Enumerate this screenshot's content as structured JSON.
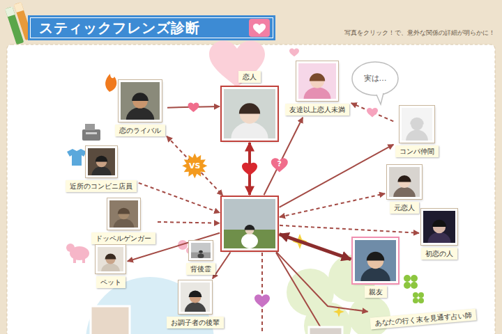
{
  "diagram": {
    "title": "スティックフレンズ診断",
    "nodes": [
      {
        "text": [
          "恋人"
        ]
      },
      {
        "text": [
          "恋のライバル"
        ]
      },
      {
        "text": [
          "友達以上恋人未満"
        ]
      },
      {
        "text": [
          "コンパ仲間"
        ]
      },
      {
        "text": [
          "近所のコンビニ店員"
        ]
      },
      {
        "text": [
          "元恋人"
        ]
      },
      {
        "text": []
      },
      {
        "text": [
          "ドッペルゲンガー"
        ]
      },
      {
        "text": [
          "初恋の人"
        ]
      },
      {
        "text": [
          "背後霊"
        ]
      },
      {
        "text": [
          "ペット"
        ]
      },
      {
        "text": [
          "親友"
        ]
      },
      {
        "text": [
          "お調子者の後輩"
        ]
      },
      {
        "text": [
          "あなたの行く末を見通す占い師"
        ]
      }
    ],
    "edges": [
      {
        "from": 1,
        "to": 0,
        "arrow": "to"
      },
      {
        "from": 6,
        "to": 0,
        "arrow": "both"
      },
      {
        "from": 1,
        "to": 6,
        "arrow": "both",
        "label": "VS"
      },
      {
        "from": 6,
        "to": 2,
        "arrow": "to",
        "label": "?"
      },
      {
        "from": 3,
        "to": 2,
        "arrow": "to"
      },
      {
        "from": 6,
        "to": 3,
        "arrow": "to"
      },
      {
        "from": 4,
        "to": 6,
        "arrow": "to"
      },
      {
        "from": 6,
        "to": 5,
        "arrow": "both"
      },
      {
        "from": 7,
        "to": 6,
        "arrow": "to"
      },
      {
        "from": 6,
        "to": 8,
        "arrow": "to"
      },
      {
        "from": 6,
        "to": 11,
        "arrow": "both"
      },
      {
        "from": 6,
        "to": 10,
        "arrow": "to"
      },
      {
        "from": 6,
        "to": 12,
        "arrow": "to"
      },
      {
        "from": 6,
        "to": 13,
        "arrow": "to"
      }
    ],
    "labels": [
      "写真をクリック！で、意外な関係の詳細が明らかに！",
      "実は…"
    ]
  }
}
